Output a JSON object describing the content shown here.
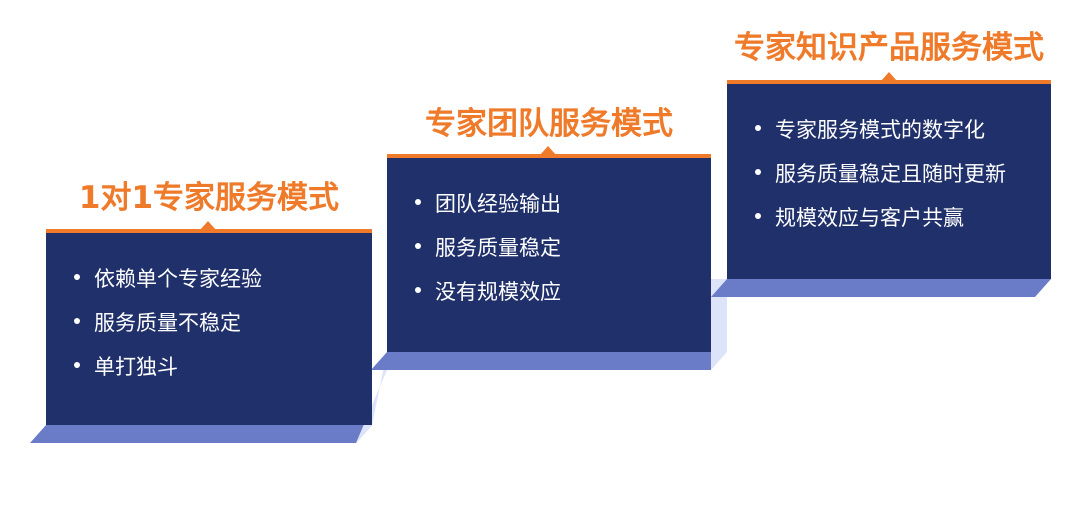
{
  "colors": {
    "accent": "#ee7a2a",
    "panel": "#20306a",
    "floor": "#6a7cc8",
    "riser": "#dde3f8",
    "text": "#ffffff"
  },
  "steps": [
    {
      "title": "1对1专家服务模式",
      "bullets": [
        "依赖单个专家经验",
        "服务质量不稳定",
        "单打独斗"
      ]
    },
    {
      "title": "专家团队服务模式",
      "bullets": [
        "团队经验输出",
        "服务质量稳定",
        "没有规模效应"
      ]
    },
    {
      "title": "专家知识产品服务模式",
      "bullets": [
        "专家服务模式的数字化",
        "服务质量稳定且随时更新",
        "规模效应与客户共赢"
      ]
    }
  ]
}
